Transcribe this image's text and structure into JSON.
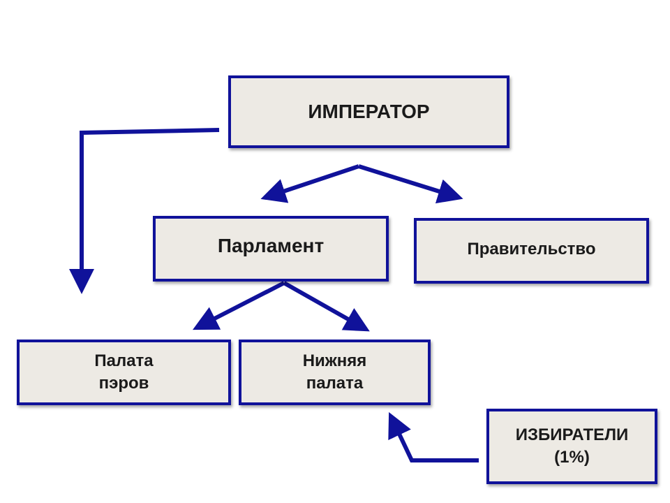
{
  "nodes": {
    "emperor": "ИМПЕРАТОР",
    "parliament": "Парламент",
    "government": "Правительство",
    "lords": "Палата\nпэров",
    "commons": "Нижняя\nпалата",
    "voters": "ИЗБИРАТЕЛИ\n(1%)"
  },
  "edges": [
    {
      "from": "emperor",
      "to": "parliament"
    },
    {
      "from": "emperor",
      "to": "government"
    },
    {
      "from": "emperor",
      "to": "lords"
    },
    {
      "from": "parliament",
      "to": "lords"
    },
    {
      "from": "parliament",
      "to": "commons"
    },
    {
      "from": "voters",
      "to": "commons"
    }
  ],
  "colors": {
    "border": "#10129a",
    "fill": "#edeae4",
    "arrow": "#10129a"
  }
}
